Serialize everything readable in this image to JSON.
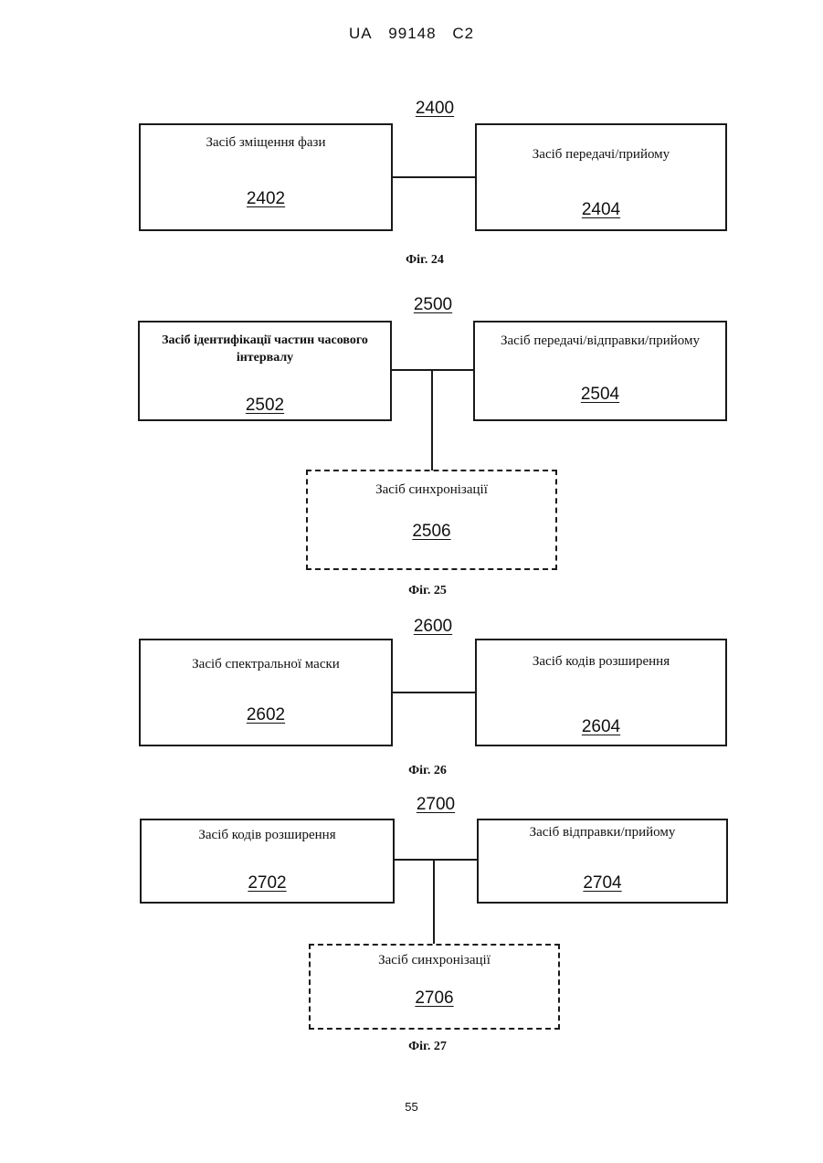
{
  "header": {
    "country": "UA",
    "number": "99148",
    "kind": "C2"
  },
  "page_number": "55",
  "figures": {
    "fig24": {
      "id": "2400",
      "caption": "Фіг. 24",
      "boxes": [
        {
          "label": "Засіб зміщення фази",
          "number": "2402"
        },
        {
          "label": "Засіб передачі/прийому",
          "number": "2404"
        }
      ]
    },
    "fig25": {
      "id": "2500",
      "caption": "Фіг. 25",
      "boxes": [
        {
          "label": "Засіб ідентифікації частин часового інтервалу",
          "number": "2502"
        },
        {
          "label": "Засіб передачі/відправки/прийому",
          "number": "2504"
        },
        {
          "label": "Засіб синхронізації",
          "number": "2506"
        }
      ]
    },
    "fig26": {
      "id": "2600",
      "caption": "Фіг. 26",
      "boxes": [
        {
          "label": "Засіб спектральної маски",
          "number": "2602"
        },
        {
          "label": "Засіб кодів розширення",
          "number": "2604"
        }
      ]
    },
    "fig27": {
      "id": "2700",
      "caption": "Фіг. 27",
      "boxes": [
        {
          "label": "Засіб кодів розширення",
          "number": "2702"
        },
        {
          "label": "Засіб відправки/прийому",
          "number": "2704"
        },
        {
          "label": "Засіб синхронізації",
          "number": "2706"
        }
      ]
    }
  }
}
